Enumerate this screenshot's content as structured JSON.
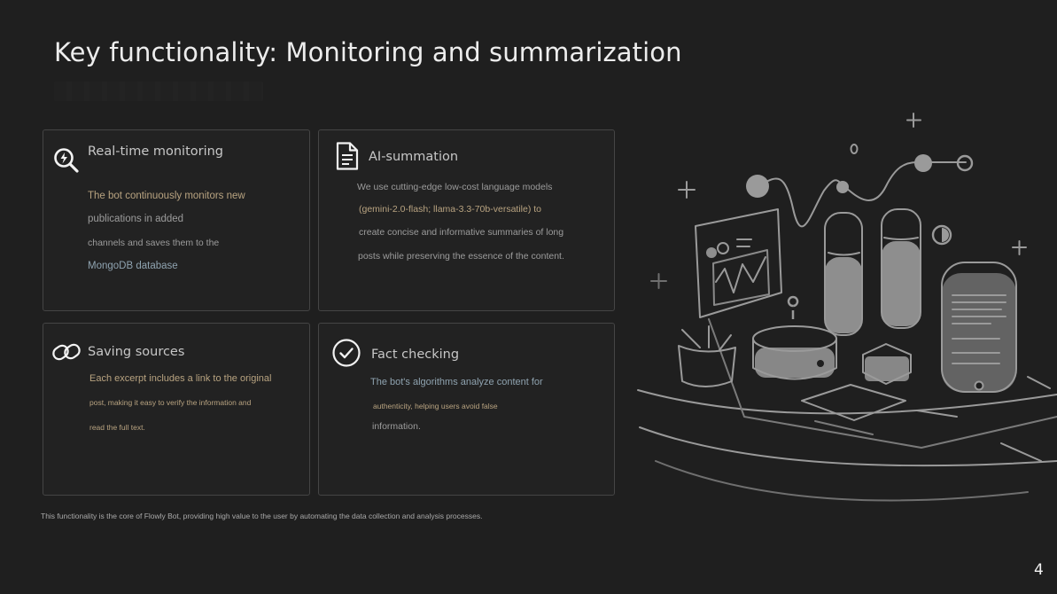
{
  "slide": {
    "title": "Key functionality: Monitoring and summarization",
    "page_number": "4",
    "footer": "This functionality is the core of Flowly Bot, providing high value to the user by automating the data collection and analysis processes."
  },
  "cards": {
    "monitoring": {
      "title": "Real-time monitoring",
      "icon": "search-bolt-icon",
      "lines": [
        "The bot continuously monitors new",
        "publications in added",
        "channels and saves them to the",
        "MongoDB database"
      ]
    },
    "summation": {
      "title": "AI-summation",
      "icon": "document-icon",
      "lines": [
        "We use cutting-edge low-cost language models",
        "(gemini-2.0-flash; llama-3.3-70b-versatile) to",
        "create concise and informative summaries of long",
        "posts while preserving the essence of the content."
      ]
    },
    "sources": {
      "title": "Saving sources",
      "icon": "link-icon",
      "lines": [
        "Each excerpt includes a link to the original",
        "post, making it easy to verify the information and",
        "read the full text."
      ]
    },
    "factcheck": {
      "title": "Fact checking",
      "icon": "check-circle-icon",
      "lines": [
        "The bot's algorithms analyze content for",
        "authenticity, helping users avoid false",
        "information."
      ]
    }
  },
  "colors": {
    "background": "#1f1f1f",
    "card_border": "#454545",
    "accent_gold": "#b8a380",
    "text_grey": "#9c9c9c",
    "text_blue": "#8fa3b0"
  }
}
